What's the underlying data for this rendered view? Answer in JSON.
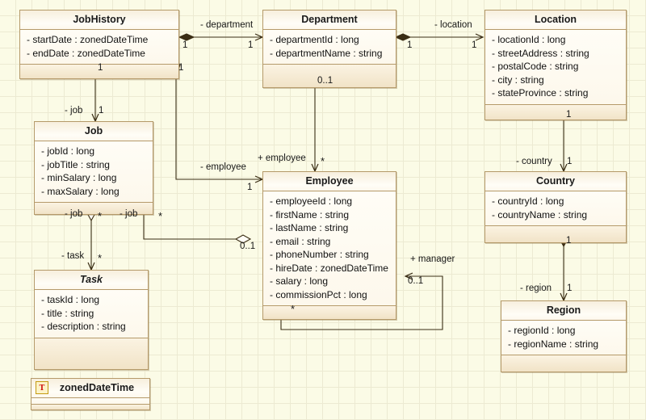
{
  "diagram": {
    "type": "uml-class-diagram",
    "background_color": "#fbfbe6",
    "grid_color": "#ecead2",
    "class_border_color": "#b59a6a",
    "class_fill_color": "#f6edd9",
    "line_color": "#3a2d14"
  },
  "classes": [
    {
      "id": "jobhistory",
      "name": "JobHistory",
      "abstract": false,
      "attributes": [
        "- startDate : zonedDateTime",
        "- endDate : zonedDateTime"
      ],
      "operations": []
    },
    {
      "id": "department",
      "name": "Department",
      "abstract": false,
      "attributes": [
        "- departmentId : long",
        "- departmentName : string"
      ],
      "operations": []
    },
    {
      "id": "location",
      "name": "Location",
      "abstract": false,
      "attributes": [
        "- locationId : long",
        "- streetAddress : string",
        "- postalCode : string",
        "- city : string",
        "- stateProvince : string"
      ],
      "operations": []
    },
    {
      "id": "job",
      "name": "Job",
      "abstract": false,
      "attributes": [
        "- jobId : long",
        "- jobTitle : string",
        "- minSalary : long",
        "- maxSalary : long"
      ],
      "operations": []
    },
    {
      "id": "employee",
      "name": "Employee",
      "abstract": false,
      "attributes": [
        "- employeeId : long",
        "- firstName : string",
        "- lastName : string",
        "- email : string",
        "- phoneNumber : string",
        "- hireDate : zonedDateTime",
        "- salary : long",
        "- commissionPct : long"
      ],
      "operations": []
    },
    {
      "id": "country",
      "name": "Country",
      "abstract": false,
      "attributes": [
        "- countryId : long",
        "- countryName : string"
      ],
      "operations": []
    },
    {
      "id": "region",
      "name": "Region",
      "abstract": false,
      "attributes": [
        "- regionId : long",
        "- regionName : string"
      ],
      "operations": []
    },
    {
      "id": "task",
      "name": "Task",
      "abstract": true,
      "attributes": [
        "- taskId : long",
        "- title : string",
        "- description : string"
      ],
      "operations": []
    },
    {
      "id": "zoneddatetime",
      "name": "zonedDateTime",
      "abstract": false,
      "stereotype_icon": "T",
      "attributes": [],
      "operations": []
    }
  ],
  "relationships": [
    {
      "id": "jobhistory-department",
      "from": "jobhistory",
      "to": "department",
      "role_label": "- department",
      "source_multiplicity": "1",
      "target_multiplicity": "1",
      "source_marker": "filled-diamond",
      "target_marker": "open-arrow"
    },
    {
      "id": "department-location",
      "from": "department",
      "to": "location",
      "role_label": "- location",
      "source_multiplicity": "1",
      "target_multiplicity": "1",
      "source_marker": "filled-diamond",
      "target_marker": "open-arrow"
    },
    {
      "id": "jobhistory-job",
      "from": "jobhistory",
      "to": "job",
      "role_label": "- job",
      "source_multiplicity": "1",
      "target_multiplicity": "1",
      "source_marker": "filled-diamond",
      "target_marker": "open-arrow"
    },
    {
      "id": "jobhistory-employee",
      "from": "jobhistory",
      "to": "employee",
      "role_label": "- employee",
      "source_multiplicity": "1",
      "target_multiplicity": "1",
      "source_marker": "filled-diamond",
      "target_marker": "open-arrow"
    },
    {
      "id": "department-employee",
      "from": "department",
      "to": "employee",
      "role_label": "+ employee",
      "source_multiplicity": "0..1",
      "target_multiplicity": "*",
      "source_marker": "open-diamond",
      "target_marker": "open-arrow"
    },
    {
      "id": "location-country",
      "from": "location",
      "to": "country",
      "role_label": "- country",
      "source_multiplicity": "1",
      "target_multiplicity": "1",
      "source_marker": "filled-diamond",
      "target_marker": "open-arrow"
    },
    {
      "id": "country-region",
      "from": "country",
      "to": "region",
      "role_label": "- region",
      "source_multiplicity": "1",
      "target_multiplicity": "1",
      "source_marker": "filled-diamond",
      "target_marker": "open-arrow"
    },
    {
      "id": "job-task",
      "from": "job",
      "to": "task",
      "role_label_source": "- job",
      "role_label_target": "- task",
      "source_multiplicity": "*",
      "target_multiplicity": "*",
      "source_marker": "open-diamond",
      "target_marker": "open-arrow"
    },
    {
      "id": "employee-job",
      "from": "employee",
      "to": "job",
      "role_label": "- job",
      "source_multiplicity": "0..1",
      "target_multiplicity": "*",
      "source_marker": "open-diamond",
      "target_marker": "open-arrow"
    },
    {
      "id": "employee-manager",
      "from": "employee",
      "to": "employee",
      "role_label": "+ manager",
      "source_multiplicity": "*",
      "target_multiplicity": "0..1",
      "source_marker": "open-diamond",
      "target_marker": "open-arrow"
    }
  ]
}
